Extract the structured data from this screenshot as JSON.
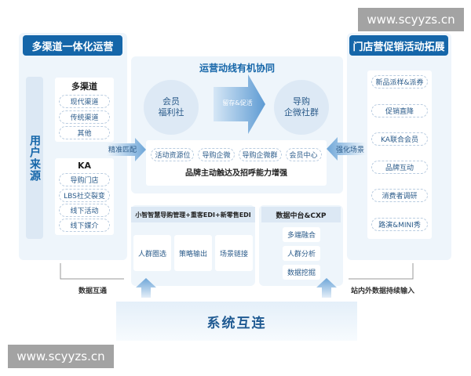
{
  "watermark": "www.scyyzs.cn",
  "left": {
    "title": "多渠道一体化运营",
    "source_label": "用户来源",
    "multi": {
      "title": "多渠道",
      "items": [
        "现代渠道",
        "传统渠道",
        "其他"
      ]
    },
    "ka": {
      "title": "KA",
      "items": [
        "导购门店",
        "LBS社交裂变",
        "线下活动",
        "线下媒介"
      ]
    }
  },
  "center": {
    "title": "运营动线有机协同",
    "circle_left": "会员\n福利社",
    "circle_right": "导购\n企微社群",
    "arrow_text": "留存&促活",
    "chain": [
      "活动资源位",
      "导购企微",
      "导购企微群",
      "会员中心"
    ],
    "chain_caption": "品牌主动触达及招呼能力增强"
  },
  "match_arrow": "精准匹配",
  "scene_arrow": "强化场景",
  "right": {
    "title": "门店营促销活动拓展",
    "items": [
      "新品派样&派券",
      "促销直降",
      "KA联合会员",
      "品牌互动",
      "消费者调研",
      "路演&MINI秀"
    ]
  },
  "guide": {
    "title": "小智智慧导购管理+重客EDI+新零售EDI",
    "items": [
      "人群圈选",
      "策略输出",
      "场景链接"
    ]
  },
  "data_platform": {
    "title": "数据中台&CXP",
    "items": [
      "多端融合",
      "人群分析",
      "数据挖掘"
    ]
  },
  "data_link": "数据互通",
  "data_input": "站内外数据持续输入",
  "system": "系统互连",
  "colors": {
    "header": "#1566a9",
    "panel": "#eef5fb",
    "arrow": "#7fb0dc"
  }
}
